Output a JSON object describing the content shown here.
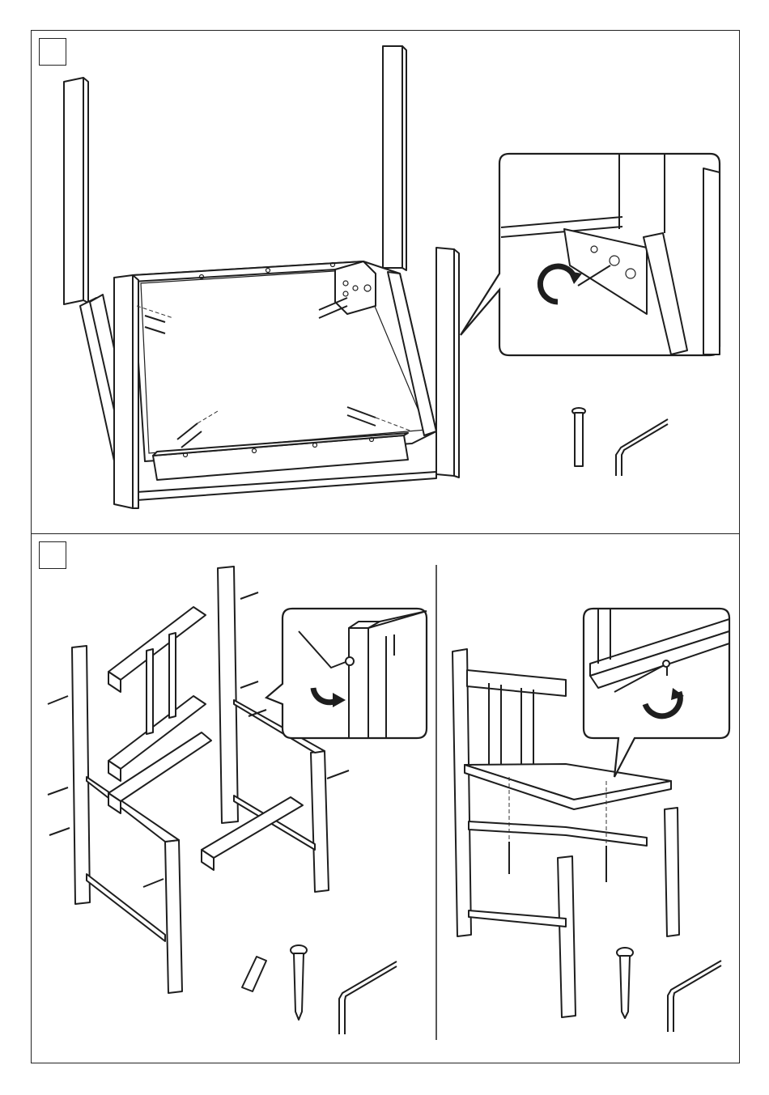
{
  "steps": [
    {
      "number": "",
      "label": "step-box-1"
    },
    {
      "number": "",
      "label": "step-box-2"
    }
  ],
  "icons": {
    "rotate_arrow": "curved-arrow-clockwise",
    "allen_key": "allen-key-icon",
    "bolt": "bolt-icon",
    "screw": "wood-screw-icon",
    "dowel": "dowel-icon"
  },
  "colors": {
    "line": "#1e1e1e",
    "paper": "#ffffff"
  }
}
